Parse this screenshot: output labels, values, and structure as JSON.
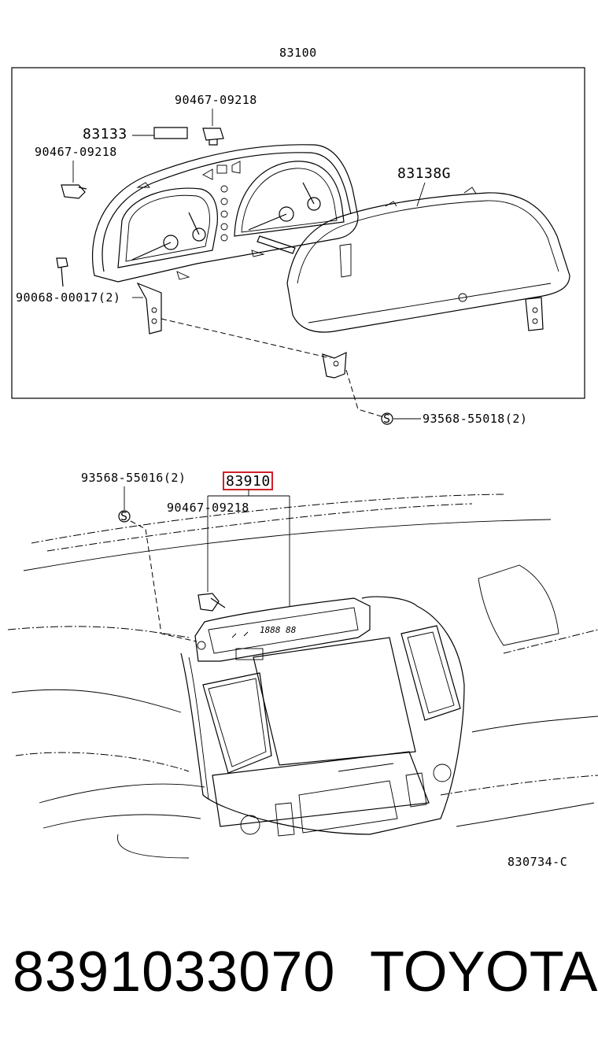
{
  "diagram": {
    "assembly_label": "83100",
    "part_labels": {
      "bolt_top": "90467-09218",
      "label_83133": "83133",
      "bolt_left": "90467-09218",
      "lens_83138g": "83138G",
      "screw_90068": "90068-00017(2)",
      "screw_93568_top": "93568-55018(2)",
      "screw_93568_bottom": "93568-55016(2)",
      "display_83910": "83910",
      "bolt_bottom": "90467-09218"
    },
    "symbols": {
      "screw_marker": "S"
    },
    "display_readout": "1888 88",
    "figure_code": "830734-C",
    "highlight_color": "#d0202a"
  },
  "footer": {
    "part_number": "8391033070",
    "brand": "TOYOTA"
  }
}
